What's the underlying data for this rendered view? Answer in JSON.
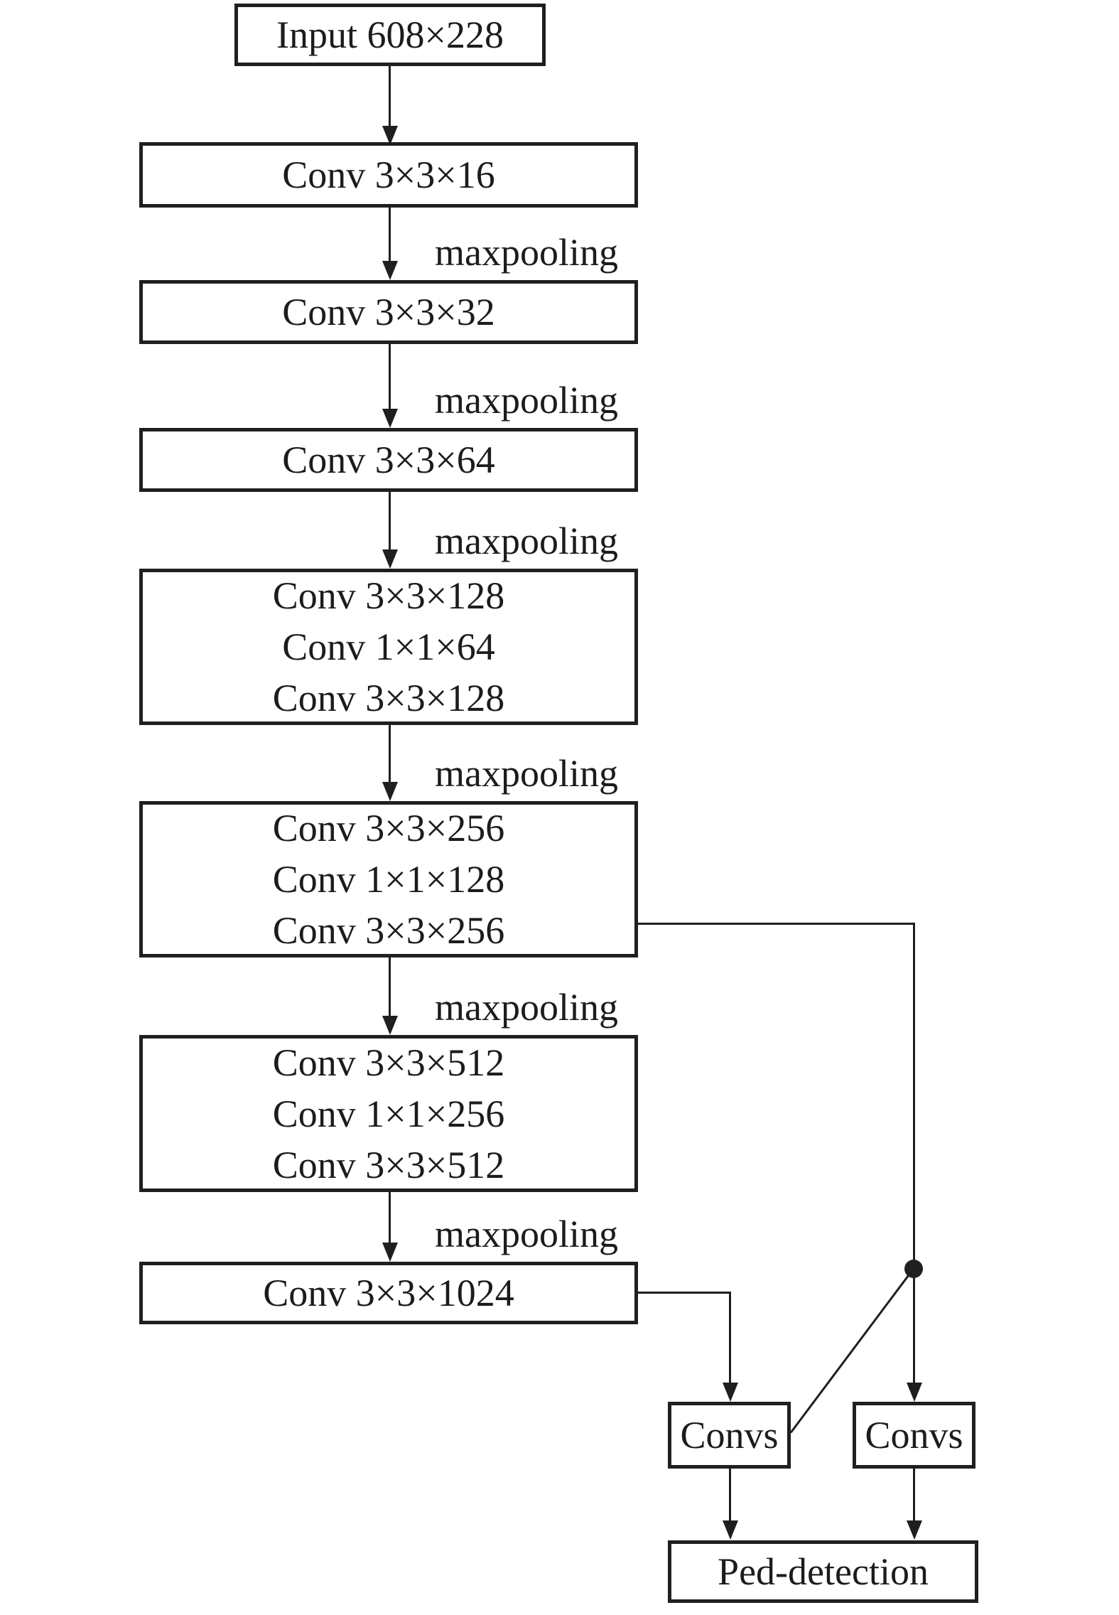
{
  "diagram": {
    "colors": {
      "background": "#ffffff",
      "line": "#1f1f1f",
      "box_fill": "#ffffff",
      "text": "#1c1c1c"
    },
    "nodes": {
      "input": {
        "label": "Input 608×228"
      },
      "conv16": {
        "label": "Conv 3×3×16"
      },
      "conv32": {
        "label": "Conv 3×3×32"
      },
      "conv64": {
        "label": "Conv 3×3×64"
      },
      "block128": {
        "lines": [
          "Conv 3×3×128",
          "Conv 1×1×64",
          "Conv 3×3×128"
        ]
      },
      "block256": {
        "lines": [
          "Conv 3×3×256",
          "Conv 1×1×128",
          "Conv 3×3×256"
        ]
      },
      "block512": {
        "lines": [
          "Conv 3×3×512",
          "Conv 1×1×256",
          "Conv 3×3×512"
        ]
      },
      "conv1024": {
        "label": "Conv 3×3×1024"
      },
      "convs_left": {
        "label": "Convs"
      },
      "convs_right": {
        "label": "Convs"
      },
      "ped_detection": {
        "label": "Ped-detection"
      }
    },
    "edge_labels": {
      "maxpool_1": "maxpooling",
      "maxpool_2": "maxpooling",
      "maxpool_3": "maxpooling",
      "maxpool_4": "maxpooling",
      "maxpool_5": "maxpooling",
      "maxpool_6": "maxpooling"
    }
  }
}
